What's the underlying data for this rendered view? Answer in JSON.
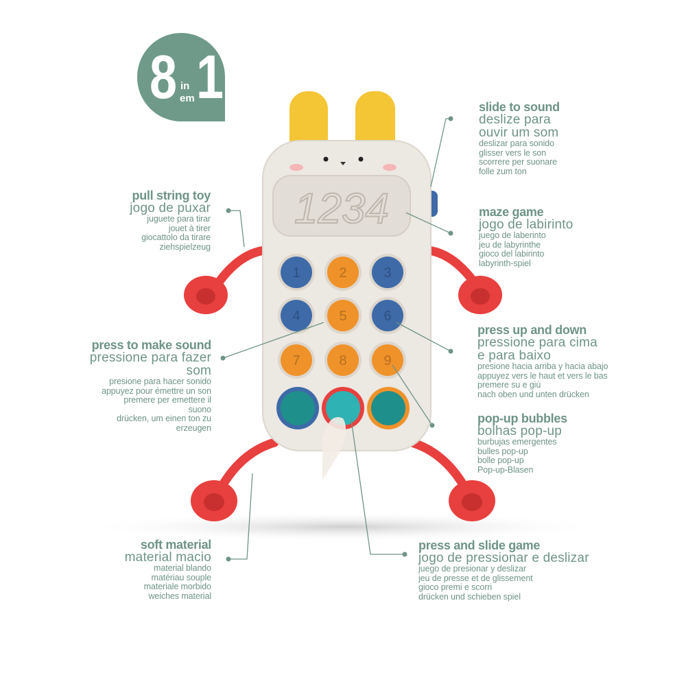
{
  "badge": {
    "big_left": "8",
    "big_right": "1",
    "small_top": "in",
    "small_bottom": "em",
    "color": "#6f9a8a"
  },
  "colors": {
    "text": "#6e9486",
    "body": "#ece8e2",
    "ears": "#f4c534",
    "limbs": "#e8403f",
    "blue_button": "#3e6aa8",
    "orange_button": "#f0922a",
    "teal": "#1f8f8c"
  },
  "toy": {
    "display_digits": "1234",
    "keys": [
      "1",
      "2",
      "3",
      "4",
      "5",
      "6",
      "7",
      "8",
      "9"
    ]
  },
  "features": {
    "pull_string": {
      "title": "pull string toy",
      "subtitle": "jogo de puxar",
      "lines": [
        "juguete para tirar",
        "jouet à tirer",
        "giocattolo da tirare",
        "ziehspielzeug"
      ]
    },
    "press_sound": {
      "title": "press to make sound",
      "subtitle": "pressione para fazer",
      "subtitle2": "som",
      "lines": [
        "presione para hacer sonido",
        "appuyez pour émettre un son",
        "premere per emettere il",
        "suono",
        "drücken, um einen ton zu",
        "erzeugen"
      ]
    },
    "soft_material": {
      "title": "soft material",
      "subtitle": "material macio",
      "lines": [
        "material blando",
        "matériau souple",
        "materiale morbido",
        "weiches material"
      ]
    },
    "slide_sound": {
      "title": "slide to sound",
      "subtitle": "deslize para",
      "subtitle2": "ouvir um som",
      "lines": [
        "deslizar para sonido",
        "glisser vers le son",
        "scorrere per suonare",
        "folle zum ton"
      ]
    },
    "maze": {
      "title": "maze game",
      "subtitle": "jogo de labirinto",
      "lines": [
        "juego de laberinto",
        "jeu de labyrinthe",
        "gioco del labirinto",
        "labyrinth-spiel"
      ]
    },
    "press_updown": {
      "title": "press up and down",
      "subtitle": "pressione para cima",
      "subtitle2": "e para baixo",
      "lines": [
        "presione hacia arriba y hacia abajo",
        "appuyez vers le haut et vers le bas",
        "premere su e giù",
        "nach oben und unten drücken"
      ]
    },
    "popup": {
      "title": "pop-up bubbles",
      "subtitle": "bolhas pop-up",
      "lines": [
        "burbujas emergentes",
        "bulles pop-up",
        "bolle pop-up",
        "Pop-up-Blasen"
      ]
    },
    "press_slide": {
      "title": "press and slide game",
      "subtitle": "jogo de pressionar e deslizar",
      "lines": [
        "juego de presionar y deslizar",
        "jeu de presse et de glissement",
        "gioco premi e scorri",
        "drücken und schieben spiel"
      ]
    }
  }
}
